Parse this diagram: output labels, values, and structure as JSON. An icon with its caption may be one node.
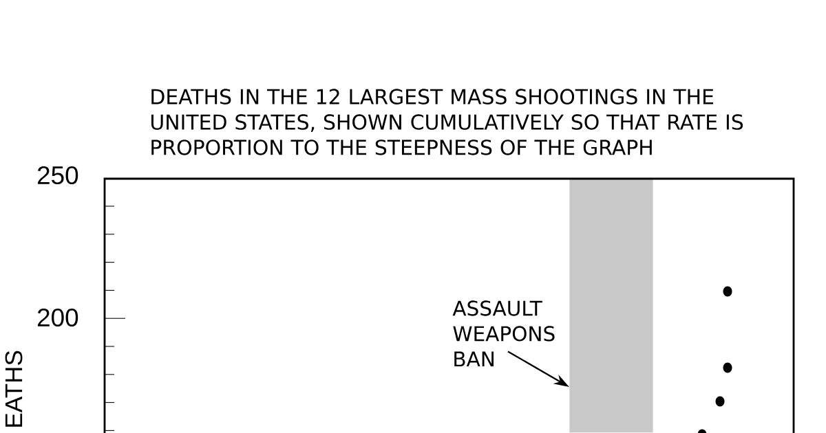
{
  "diagram": {
    "title": "DEATHS IN THE 12 LARGEST MASS SHOOTINGS IN THE UNITED STATES, SHOWN CUMULATIVELY SO THAT RATE IS PROPORTION TO THE STEEPNESS OF THE GRAPH",
    "nodes": [
      {
        "text": [
          "ASSAULT WEAPONS BAN"
        ]
      },
      {
        "text": [],
        "shape": "bar"
      }
    ],
    "edges": [
      {
        "from": 0,
        "to": 1,
        "arrow": "to"
      }
    ],
    "labels": [
      "250",
      "200",
      "EATHS"
    ]
  }
}
